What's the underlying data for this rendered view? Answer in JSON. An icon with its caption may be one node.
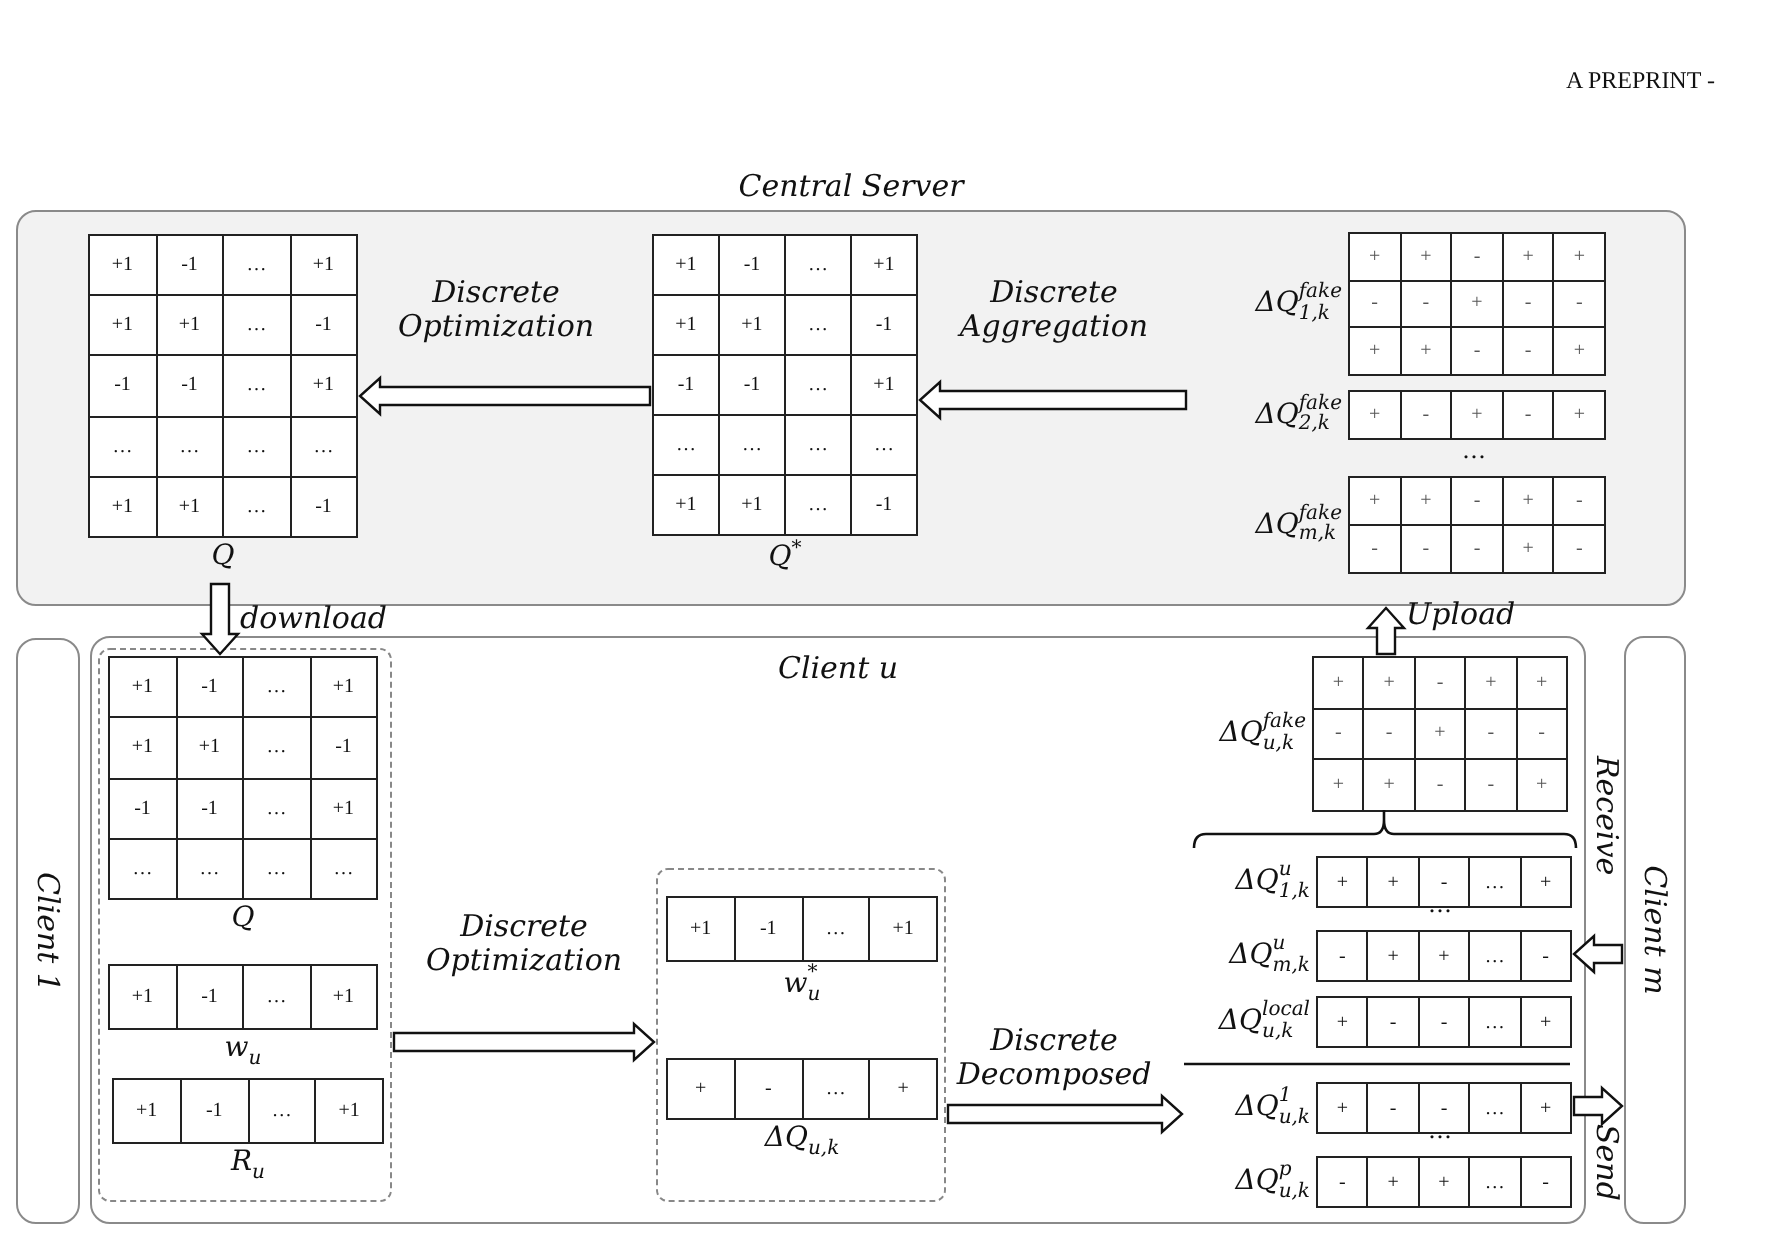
{
  "diagram": {
    "nodes": [
      {
        "text": [
          "Central Server"
        ]
      },
      {
        "text": [
          "+1",
          "-1",
          "…",
          "+1",
          "+1",
          "+1",
          "…",
          "-1",
          "-1",
          "-1",
          "…",
          "+1",
          "…",
          "…",
          "…",
          "…",
          "+1",
          "+1",
          "…",
          "-1",
          "Q"
        ],
        "in": 0
      },
      {
        "text": [
          "+1",
          "-1",
          "…",
          "+1",
          "+1",
          "+1",
          "…",
          "-1",
          "-1",
          "-1",
          "…",
          "+1",
          "…",
          "…",
          "…",
          "…",
          "+1",
          "+1",
          "…",
          "-1",
          "Q$^{*}$"
        ],
        "in": 0
      },
      {
        "text": [
          "ΔQ$^{fake}$$_{1,k}$",
          "+",
          "+",
          "-",
          "+",
          "+",
          "-",
          "-",
          "+",
          "-",
          "-",
          "+",
          "+",
          "-",
          "-",
          "+"
        ],
        "in": 0
      },
      {
        "text": [
          "ΔQ$^{fake}$$_{2,k}$",
          "+",
          "-",
          "+",
          "-",
          "+"
        ],
        "in": 0
      },
      {
        "text": [
          "ΔQ$^{fake}$$_{m,k}$",
          "+",
          "+",
          "-",
          "+",
          "-",
          "-",
          "-",
          "-",
          "+",
          "-"
        ],
        "in": 0
      },
      {
        "text": [
          "Client 1"
        ]
      },
      {
        "text": [
          "Client u"
        ]
      },
      {
        "text": [
          "Client m"
        ]
      },
      {
        "text": [],
        "shape": "box",
        "in": 7
      },
      {
        "text": [
          "+1",
          "-1",
          "…",
          "+1",
          "+1",
          "+1",
          "…",
          "-1",
          "-1",
          "-1",
          "…",
          "+1",
          "…",
          "…",
          "…",
          "…",
          "Q"
        ],
        "in": 9
      },
      {
        "text": [
          "+1",
          "-1",
          "…",
          "+1",
          "w$_{u}$"
        ],
        "in": 9
      },
      {
        "text": [
          "+1",
          "-1",
          "…",
          "+1",
          "R$_{u}$"
        ],
        "in": 9
      },
      {
        "text": [],
        "shape": "box",
        "in": 7
      },
      {
        "text": [
          "+1",
          "-1",
          "…",
          "+1",
          "w$^{*}$$_{u}$"
        ],
        "in": 13
      },
      {
        "text": [
          "+",
          "-",
          "…",
          "+",
          "ΔQ$_{u,k}$"
        ],
        "in": 13
      },
      {
        "text": [
          "ΔQ$^{fake}$$_{u,k}$",
          "+",
          "+",
          "-",
          "+",
          "+",
          "-",
          "-",
          "+",
          "-",
          "-",
          "+",
          "+",
          "-",
          "-",
          "+"
        ],
        "in": 7
      },
      {
        "text": [
          "ΔQ$^{u}$$_{1,k}$",
          "+",
          "+",
          "-",
          "…",
          "+"
        ],
        "in": 7
      },
      {
        "text": [
          "ΔQ$^{u}$$_{m,k}$",
          "-",
          "+",
          "+",
          "…",
          "-"
        ],
        "in": 7
      },
      {
        "text": [
          "ΔQ$^{local}$$_{u,k}$",
          "+",
          "-",
          "-",
          "…",
          "+"
        ],
        "in": 7
      },
      {
        "text": [
          "ΔQ$^{1}$$_{u,k}$",
          "+",
          "-",
          "-",
          "…",
          "+"
        ],
        "in": 7
      },
      {
        "text": [
          "ΔQ$^{p}$$_{u,k}$",
          "-",
          "+",
          "+",
          "…",
          "-"
        ],
        "in": 7
      }
    ],
    "edges": [
      {
        "from": 2,
        "to": 1,
        "arrow": "to",
        "label": "Discrete Optimization"
      },
      {
        "from": 4,
        "to": 2,
        "arrow": "to",
        "label": "Discrete Aggregation"
      },
      {
        "from": 1,
        "to": 10,
        "arrow": "to",
        "label": "download"
      },
      {
        "from": 16,
        "to": 0,
        "arrow": "to",
        "label": "Upload"
      },
      {
        "from": 9,
        "to": 13,
        "arrow": "to",
        "label": "Discrete Optimization"
      },
      {
        "from": 13,
        "to": 20,
        "arrow": "to",
        "label": "Discrete Decomposed"
      },
      {
        "from": 8,
        "to": 18,
        "arrow": "to",
        "label": "Receive"
      },
      {
        "from": 20,
        "to": 8,
        "arrow": "to",
        "label": "Send"
      }
    ],
    "labels": [
      "A PREPRINT -",
      "…",
      "…",
      "…"
    ]
  }
}
